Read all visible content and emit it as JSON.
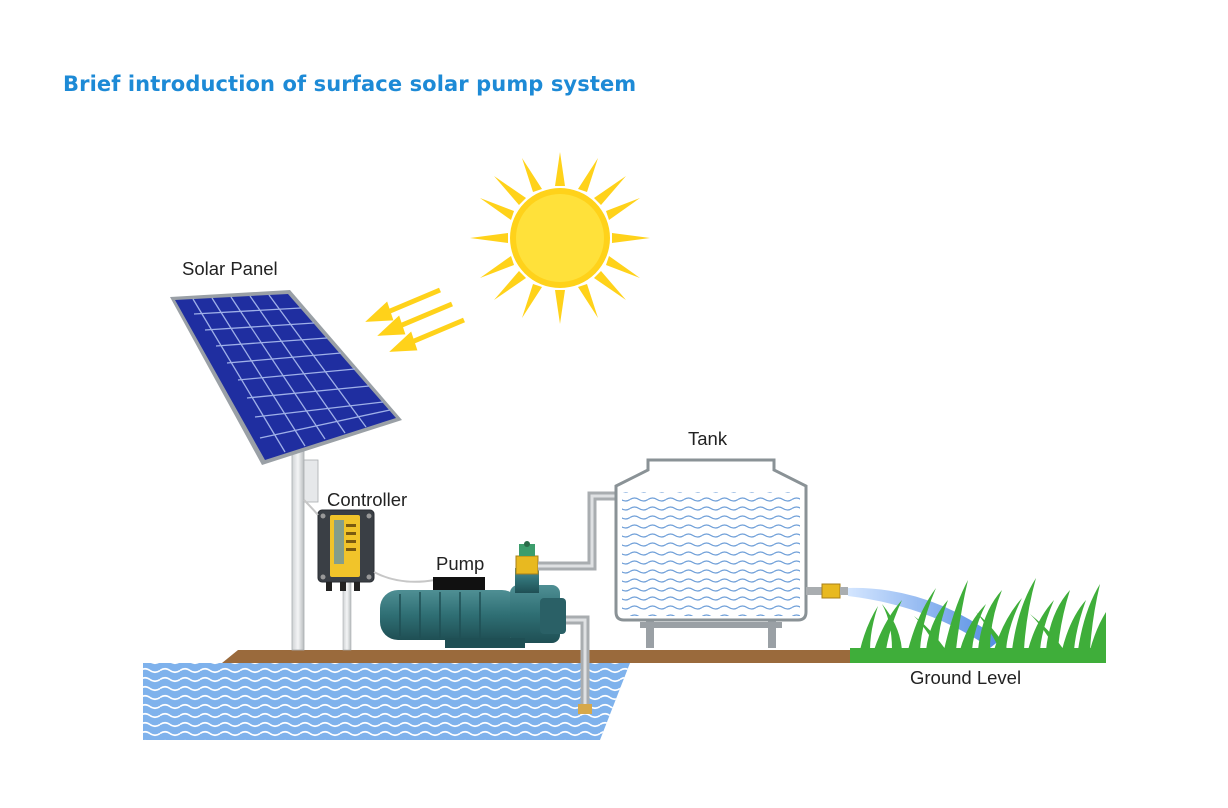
{
  "page": {
    "title": "Brief introduction of surface solar pump system"
  },
  "diagram": {
    "labels": {
      "solar_panel": "Solar Panel",
      "controller": "Controller",
      "pump": "Pump",
      "tank": "Tank",
      "ground_level": "Ground Level"
    }
  },
  "colors": {
    "title": "#1d8ad6",
    "sun": "#ffd21a",
    "panel": "#1f2ea0",
    "water": "#7fb2ec",
    "ground": "#9a6a3c",
    "grass": "#3fae3a",
    "pump": "#2f6f74"
  },
  "icons": [
    "sun-icon",
    "solar-panel-icon",
    "controller-icon",
    "pump-icon",
    "tank-icon",
    "grass-icon",
    "water-icon"
  ]
}
